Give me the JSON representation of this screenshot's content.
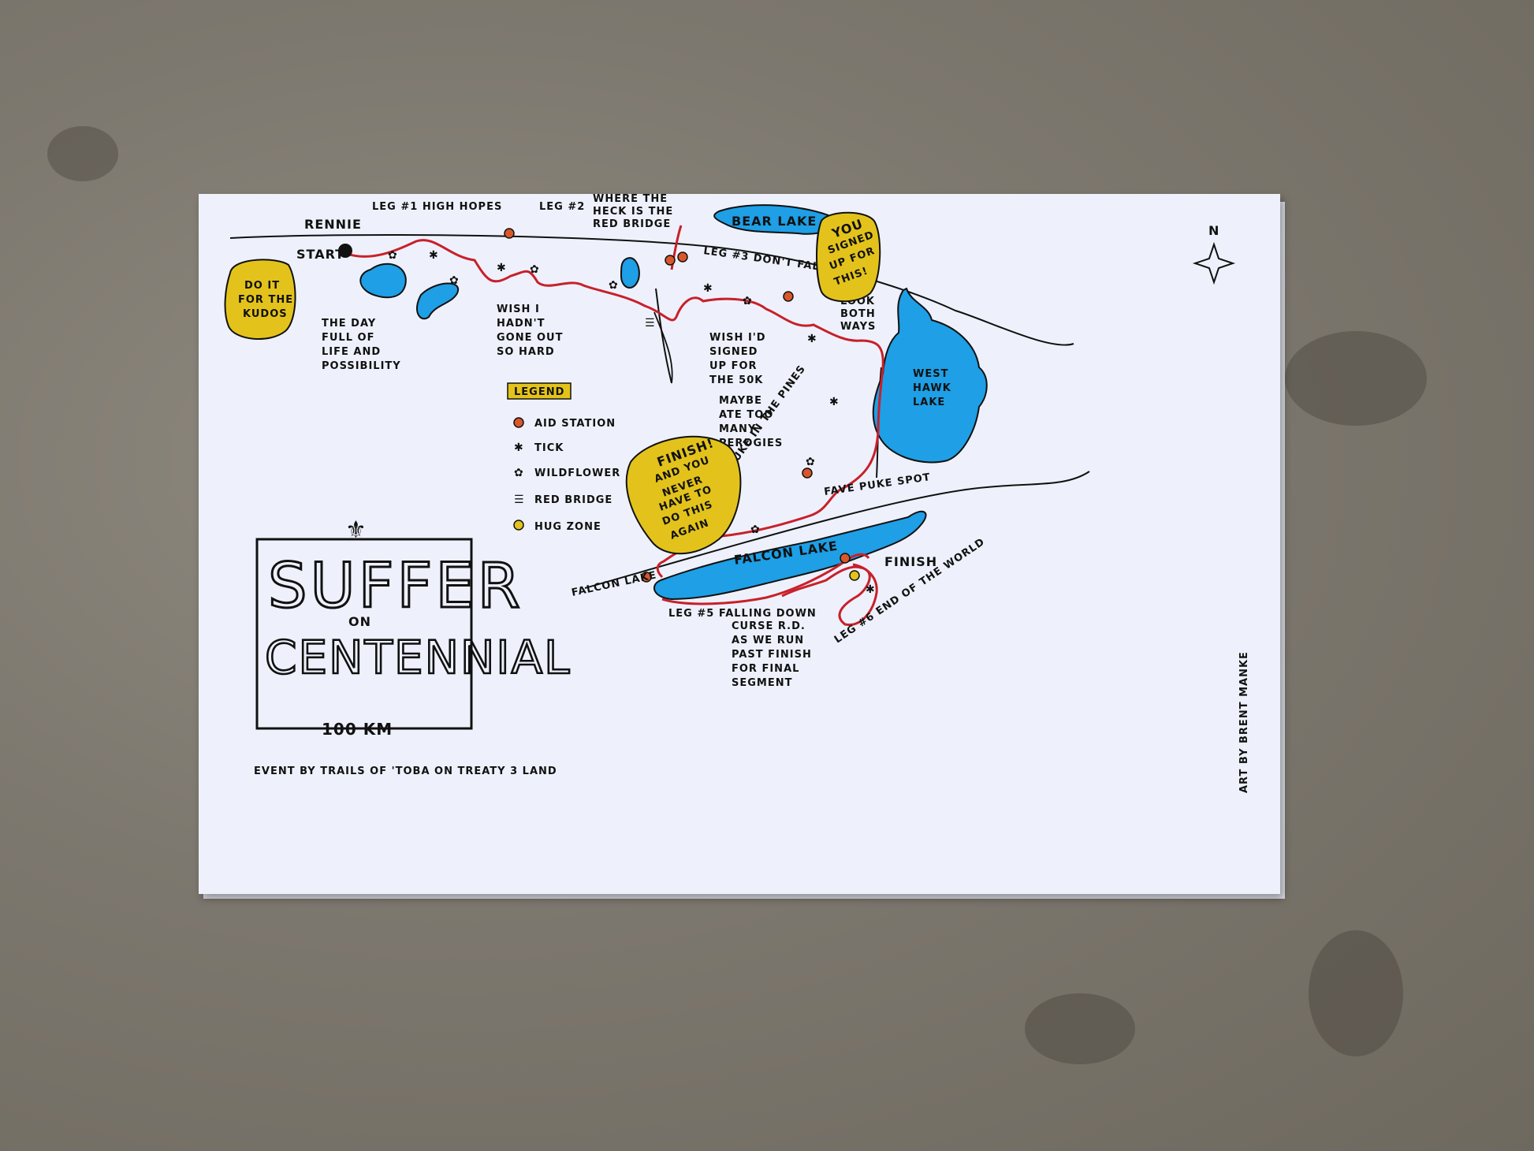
{
  "colors": {
    "route": "#c8202a",
    "water": "#1e9fe6",
    "callout": "#e3c31b",
    "aid_station": "#d9572a",
    "hug_zone": "#e3c31b",
    "ink": "#111111"
  },
  "title": {
    "line1": "SUFFER",
    "line2": "ON",
    "line3": "CENTENNIAL",
    "distance": "100 KM",
    "event_credit": "EVENT BY TRAILS OF 'TOBA ON TREATY 3 LAND"
  },
  "art_credit": "ART BY BRENT MANKE",
  "compass_label": "N",
  "legend": {
    "header": "LEGEND",
    "items": [
      {
        "label": "AID STATION",
        "icon": "aid-station-icon"
      },
      {
        "label": "TICK",
        "icon": "tick-icon"
      },
      {
        "label": "WILDFLOWER",
        "icon": "wildflower-icon"
      },
      {
        "label": "RED BRIDGE",
        "icon": "red-bridge-icon"
      },
      {
        "label": "HUG ZONE",
        "icon": "hug-zone-icon"
      }
    ]
  },
  "places": {
    "rennie": "RENNIE",
    "start": "START",
    "bear_lake": "BEAR LAKE",
    "west_hawk_1": "WEST",
    "west_hawk_2": "HAWK",
    "west_hawk_3": "LAKE",
    "falcon_lake": "FALCON LAKE",
    "falcon_lake_town": "FALCON LAKE",
    "finish": "FINISH"
  },
  "legs": {
    "leg1": "LEG #1  HIGH HOPES",
    "leg2": "LEG #2",
    "leg3": "LEG #3  DON'T FALL",
    "leg4": "LEG #4  PUKE IN THE PINES",
    "leg5": "LEG #5  FALLING DOWN",
    "leg6": "LEG #6  END OF THE WORLD"
  },
  "callouts": {
    "kudos": [
      "DO IT",
      "FOR THE",
      "KUDOS"
    ],
    "signed_up": [
      "YOU",
      "SIGNED",
      "UP FOR",
      "THIS!"
    ],
    "finish": [
      "FINISH!",
      "AND YOU",
      "NEVER",
      "HAVE TO",
      "DO THIS",
      "AGAIN"
    ]
  },
  "notes": {
    "day_full": [
      "THE DAY",
      "FULL OF",
      "LIFE AND",
      "POSSIBILITY"
    ],
    "wish_hard": [
      "WISH I",
      "HADN'T",
      "GONE OUT",
      "SO HARD"
    ],
    "red_bridge": [
      "WHERE THE",
      "HECK IS THE",
      "RED BRIDGE"
    ],
    "wish_50k": [
      "WISH I'D",
      "SIGNED",
      "UP FOR",
      "THE 50K"
    ],
    "look_both": [
      "LOOK",
      "BOTH",
      "WAYS"
    ],
    "perogies": [
      "MAYBE",
      "ATE TOO",
      "MANY",
      "PEROGIES"
    ],
    "fave_puke": "FAVE PUKE SPOT",
    "curse": [
      "CURSE R.D.",
      "AS WE RUN",
      "PAST FINISH",
      "FOR FINAL",
      "SEGMENT"
    ]
  }
}
